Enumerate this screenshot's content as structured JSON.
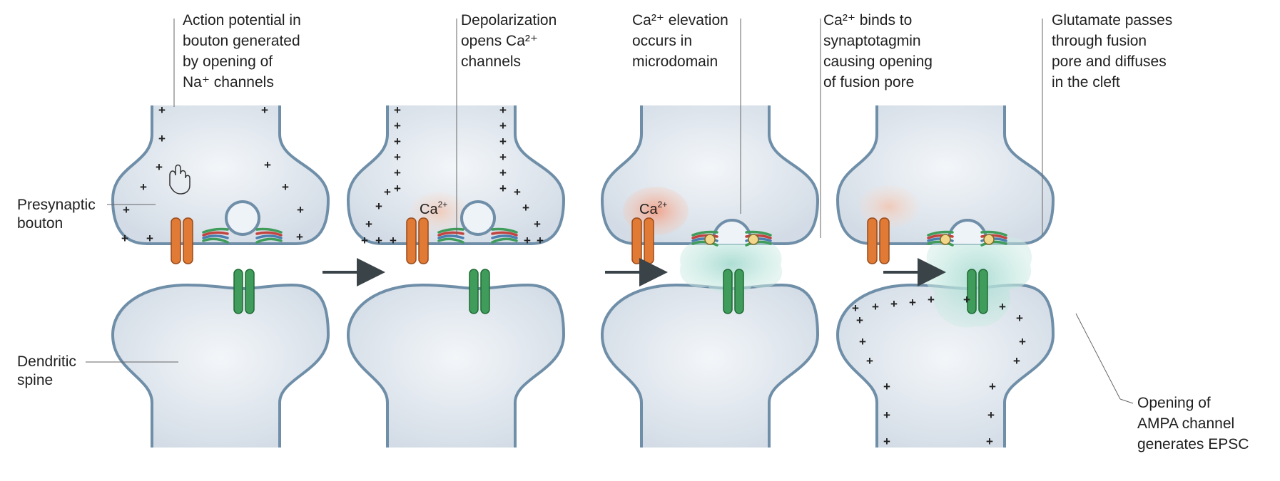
{
  "panels": [
    {
      "caption": [
        "Action potential in",
        "bouton generated",
        "by opening of",
        "Na⁺ channels"
      ],
      "has_ca_label": false
    },
    {
      "caption": [
        "Depolarization",
        "opens Ca²⁺",
        "channels"
      ],
      "ca_label": "Ca",
      "ca_sup": "2+"
    },
    {
      "caption": [
        "Ca²⁺ elevation",
        "occurs in",
        "microdomain"
      ],
      "caption_b": [
        "Ca²⁺ binds to",
        "synaptotagmin",
        "causing opening",
        "of fusion pore"
      ],
      "ca_label": "Ca",
      "ca_sup": "2+"
    },
    {
      "caption": [
        "Glutamate passes",
        "through fusion",
        "pore and diffuses",
        "in the cleft"
      ],
      "caption_b": [
        "Opening of",
        "AMPA channel",
        "generates EPSC"
      ]
    }
  ],
  "side_labels": {
    "presynaptic": [
      "Presynaptic",
      "bouton"
    ],
    "dendritic": [
      "Dendritic",
      "spine"
    ]
  },
  "colors": {
    "membrane": "#6f8ea8",
    "cytoplasm": "#dfe6ee",
    "ca_channel": "#e07a35",
    "ampa": "#3f9c5a",
    "calcium_cloud": "#f1b9a0",
    "glutamate_cloud": "#bfe4dc",
    "synaptotagmin": "#f2d68a",
    "arrow": "#3a4448"
  },
  "icons": {
    "cursor": "hand-cursor-icon",
    "arrows": "right-arrow-icon"
  }
}
